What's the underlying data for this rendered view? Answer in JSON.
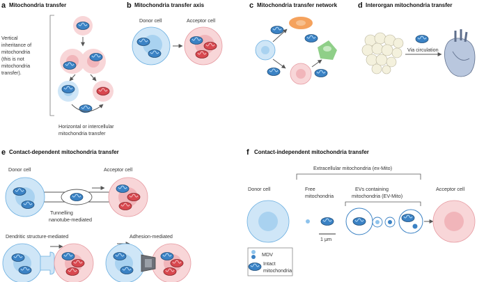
{
  "panels": {
    "a": {
      "letter": "a",
      "title": "Mitochondria transfer",
      "vertical_label": [
        "Vertical",
        "inheritance of",
        "mitochondria",
        "(this is not",
        "mitochondria",
        "transfer)."
      ],
      "horizontal_label": [
        "Horizontal or intercellular",
        "mitochondria transfer"
      ]
    },
    "b": {
      "letter": "b",
      "title": "Mitochondria transfer axis",
      "donor": "Donor cell",
      "acceptor": "Acceptor cell"
    },
    "c": {
      "letter": "c",
      "title": "Mitochondria transfer network"
    },
    "d": {
      "letter": "d",
      "title": "Interorgan mitochondria transfer",
      "via": "Via circulation"
    },
    "e": {
      "letter": "e",
      "title": "Contact-dependent mitochondria transfer",
      "donor": "Donor cell",
      "acceptor": "Acceptor cell",
      "tnt": [
        "Tunnelling",
        "nanotube-mediated"
      ],
      "dendritic": "Dendritic structure-mediated",
      "adhesion": "Adhesion-mediated"
    },
    "f": {
      "letter": "f",
      "title": "Contact-independent mitochondria transfer",
      "exmito": "Extracellular mitochondria (ex-Mito)",
      "donor": "Donor cell",
      "free": [
        "Free",
        "mitochondria"
      ],
      "evs": [
        "EVs containing",
        "mitochondria (EV-Mito)"
      ],
      "acceptor": "Acceptor cell",
      "scale": "1 μm",
      "legend": {
        "mdv": "MDV",
        "intact": [
          "Intact",
          "mitochondria"
        ]
      }
    }
  },
  "colors": {
    "blue_cell": "#cfe6f7",
    "blue_nucleus": "#a9d2f0",
    "pink_cell": "#f8d6d8",
    "pink_nucleus": "#f1b5ba",
    "blue_mito": "#3b82c4",
    "red_mito": "#d8484f",
    "arrow": "#555555"
  }
}
